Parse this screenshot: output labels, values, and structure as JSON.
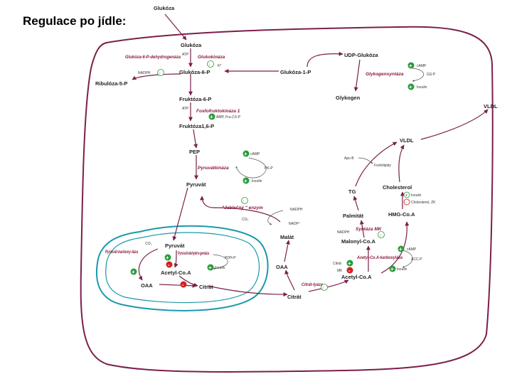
{
  "title": "Regulace po jídle:",
  "colors": {
    "arrow": "#7a1f4a",
    "enzyme": "#8a1a3a",
    "mito": "#1a9aaa",
    "cell": "#7a1f4a",
    "activator": "#2a9a3a",
    "inhibitor": "#d42020"
  },
  "metabolites": {
    "glukoza_top": "Glukóza",
    "glukoza": "Glukóza",
    "glukoza6p": "Glukóza-6-P",
    "ribuloza5p": "Ribulóza-5-P",
    "fruktoza6p": "Fruktóza-6-P",
    "fruktoza16p": "Fruktóza1,6-P",
    "pep": "PEP",
    "pyruvat": "Pyruvát",
    "udpglukoza": "UDP-Glukóza",
    "glukoza1p": "Glukóza-1-P",
    "glykogen": "Glykogen",
    "vldl_out": "VLDL",
    "vldl": "VLDL",
    "tg": "TG",
    "cholesterol": "Cholesterol",
    "palmitat": "Palmitát",
    "hmgcoa": "HMG-Co.A",
    "malonylcoa": "Malonyl-Co.A",
    "malat": "Malát",
    "oaa_cyto": "OAA",
    "acetylcoa_cyto": "Acetyl-Co.A",
    "citrat_cyto": "Citrát",
    "pyruvat_mito": "Pyruvát",
    "acetylcoa_mito": "Acetyl-Co.A",
    "oaa_mito": "OAA",
    "citrat_mito": "Citrát"
  },
  "enzymes": {
    "g6pdh": "Glukóza-6-P-dehydrogenáza",
    "glukokinaza": "Glukokináza",
    "pfk": "Fosfofruktokináza 1",
    "glykogensyntaza": "Glykogensyntáza",
    "pyruvatkinaza": "Pyruvátkináza",
    "jablecny": "\"Jablečný \" enzym",
    "syntazamk": "Syntáza MK",
    "acc": "Acetyl-Co.A-karboxyláza",
    "citratlyaza": "Citrát-lyáza",
    "pyruvatkarboxylaza": "Pyruvát-karboxy-láza",
    "pdh": "Pyruvát-dehydro-genáza"
  },
  "small_labels": {
    "atp_gk": "ATP",
    "nadph_g6p": "NADPH",
    "k_star": "K*",
    "atp_pfk": "ATP",
    "amp_fru": "AMP, Fru-2,6-P",
    "camp_gs": "cAMP",
    "gsp": "GS-P",
    "inzulin_gs": "Inzulin",
    "camp_pk": "cAMP",
    "pkp": "PK-P",
    "inzulin_pk": "Inzulin",
    "nadph_mal": "NADPH",
    "co2_mal": "CO₂",
    "nadp_mal": "NADP⁺",
    "apob": "Apo B",
    "fosfolipidy": "Fosfolipidy",
    "inzulin_chol": "Inzulin",
    "cholesterol_zk": "Cholesterol, ZK",
    "nadph_fas": "NADPH",
    "camp_acc": "cAMP",
    "accp": "ACC-P",
    "citrat_acc": "Citrát",
    "mk_acc": "MK",
    "inzulin_acc": "Inzulin",
    "co2_mito": "CO₂",
    "pdhp": "PDH-P",
    "inzulin_pdh": "Inzulin"
  },
  "signs": {
    "plus": "+",
    "minus": "-",
    "up": "↑"
  }
}
